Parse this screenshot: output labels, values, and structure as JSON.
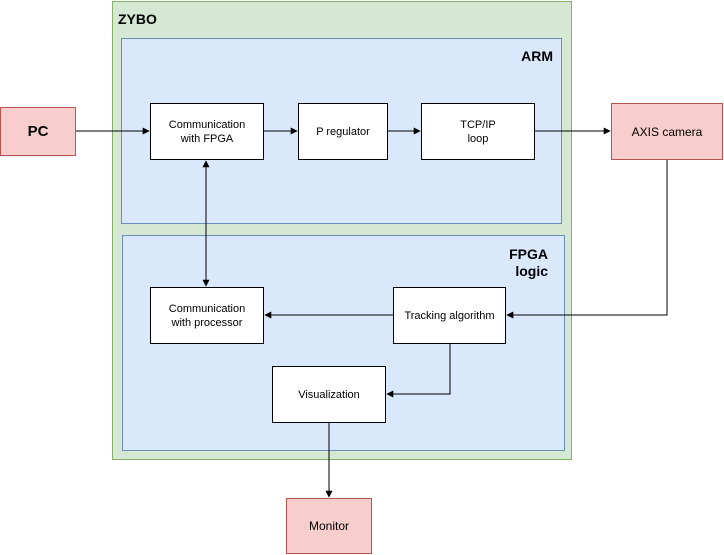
{
  "zybo": {
    "label": "ZYBO"
  },
  "arm": {
    "label": "ARM"
  },
  "fpga": {
    "label": "FPGA\nlogic"
  },
  "blocks": {
    "comm_fpga": "Communication\nwith FPGA",
    "p_regulator": "P regulator",
    "tcp_ip": "TCP/IP\nloop",
    "comm_processor": "Communication\nwith processor",
    "tracking": "Tracking algorithm",
    "visualization": "Visualization"
  },
  "external": {
    "pc": "PC",
    "axis_camera": "AXIS camera",
    "monitor": "Monitor"
  },
  "colors": {
    "zybo_fill": "#d5e8d4",
    "region_fill": "#dae8fc",
    "external_fill": "#f8cecc"
  }
}
